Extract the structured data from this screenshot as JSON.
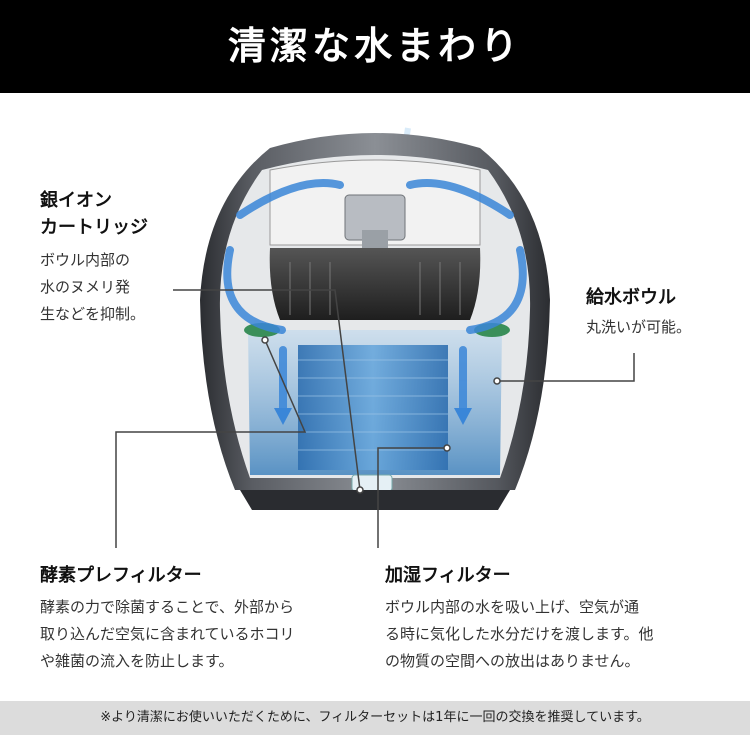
{
  "header": {
    "title": "清潔な水まわり"
  },
  "callouts": {
    "ion_cartridge": {
      "title_lines": [
        "銀イオン",
        "カートリッジ"
      ],
      "desc_lines": [
        "ボウル内部の",
        "水のヌメリ発",
        "生などを抑制。"
      ]
    },
    "water_bowl": {
      "title": "給水ボウル",
      "desc": "丸洗いが可能。"
    },
    "enzyme_prefilter": {
      "title": "酵素プレフィルター",
      "desc_lines": [
        "酵素の力で除菌することで、外部から",
        "取り込んだ空気に含まれているホコリ",
        "や雑菌の流入を防止します。"
      ]
    },
    "humidify_filter": {
      "title": "加湿フィルター",
      "desc_lines": [
        "ボウル内部の水を吸い上げ、空気が通",
        "る時に気化した水分だけを渡します。他",
        "の物質の空間への放出はありません。"
      ]
    }
  },
  "footer": {
    "note": "※より清潔にお使いいただくために、フィルターセットは1年に一回の交換を推奨しています。"
  },
  "colors": {
    "header_bg": "#000000",
    "footer_bg": "#dcdcdc",
    "water": "#2f7fc4",
    "arrow": "#3a86d8",
    "body_shell": "#3a3c40"
  }
}
